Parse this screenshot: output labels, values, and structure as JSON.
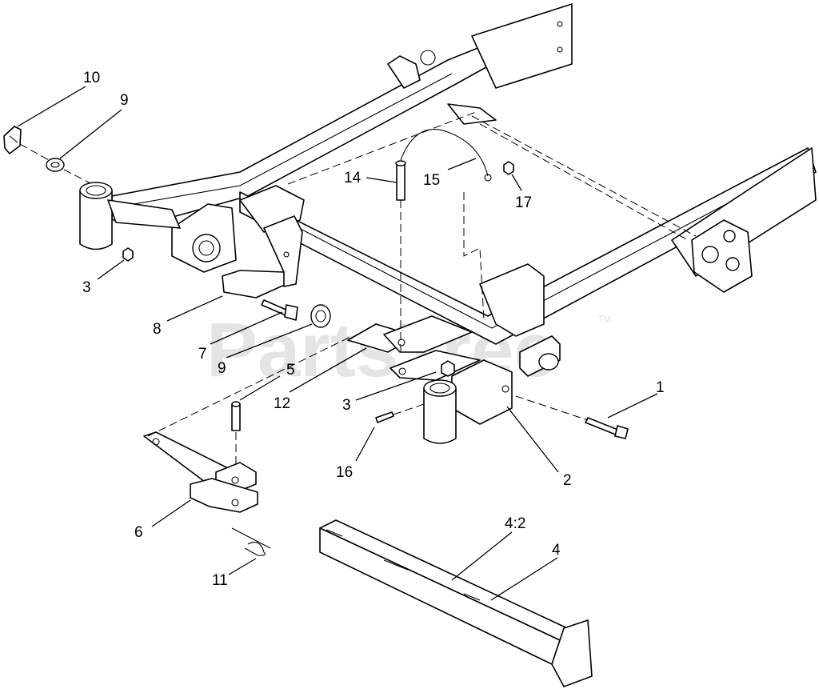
{
  "watermark": {
    "text": "PartsTree",
    "trademark": "TM",
    "color": "#cfcfcf"
  },
  "callouts": [
    {
      "id": "c10",
      "label": "10"
    },
    {
      "id": "c9a",
      "label": "9"
    },
    {
      "id": "c14",
      "label": "14"
    },
    {
      "id": "c15",
      "label": "15"
    },
    {
      "id": "c17",
      "label": "17"
    },
    {
      "id": "c3a",
      "label": "3"
    },
    {
      "id": "c8",
      "label": "8"
    },
    {
      "id": "c7",
      "label": "7"
    },
    {
      "id": "c9b",
      "label": "9"
    },
    {
      "id": "c5",
      "label": "5"
    },
    {
      "id": "c12",
      "label": "12"
    },
    {
      "id": "c3b",
      "label": "3"
    },
    {
      "id": "c1",
      "label": "1"
    },
    {
      "id": "c16",
      "label": "16"
    },
    {
      "id": "c2",
      "label": "2"
    },
    {
      "id": "c6",
      "label": "6"
    },
    {
      "id": "c42",
      "label": "4:2"
    },
    {
      "id": "c4",
      "label": "4"
    },
    {
      "id": "c11",
      "label": "11"
    }
  ]
}
